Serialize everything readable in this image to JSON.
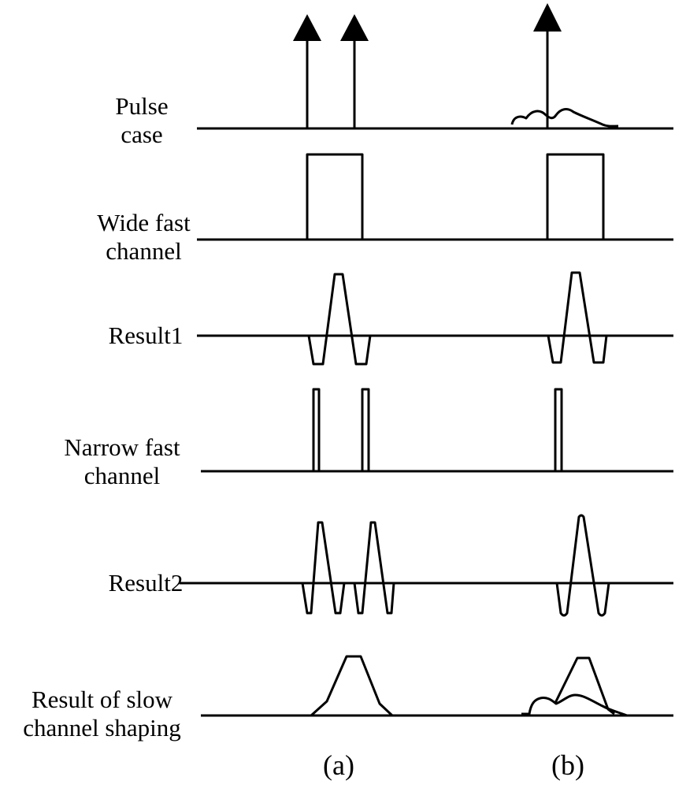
{
  "labels": {
    "pulse_case_1": "Pulse",
    "pulse_case_2": "case",
    "wide_fast_1": "Wide fast",
    "wide_fast_2": "channel",
    "result1": "Result1",
    "narrow_fast_1": "Narrow fast",
    "narrow_fast_2": "channel",
    "result2": "Result2",
    "slow_shaping_1": "Result of slow",
    "slow_shaping_2": "channel shaping"
  },
  "captions": {
    "a": "(a)",
    "b": "(b)"
  }
}
